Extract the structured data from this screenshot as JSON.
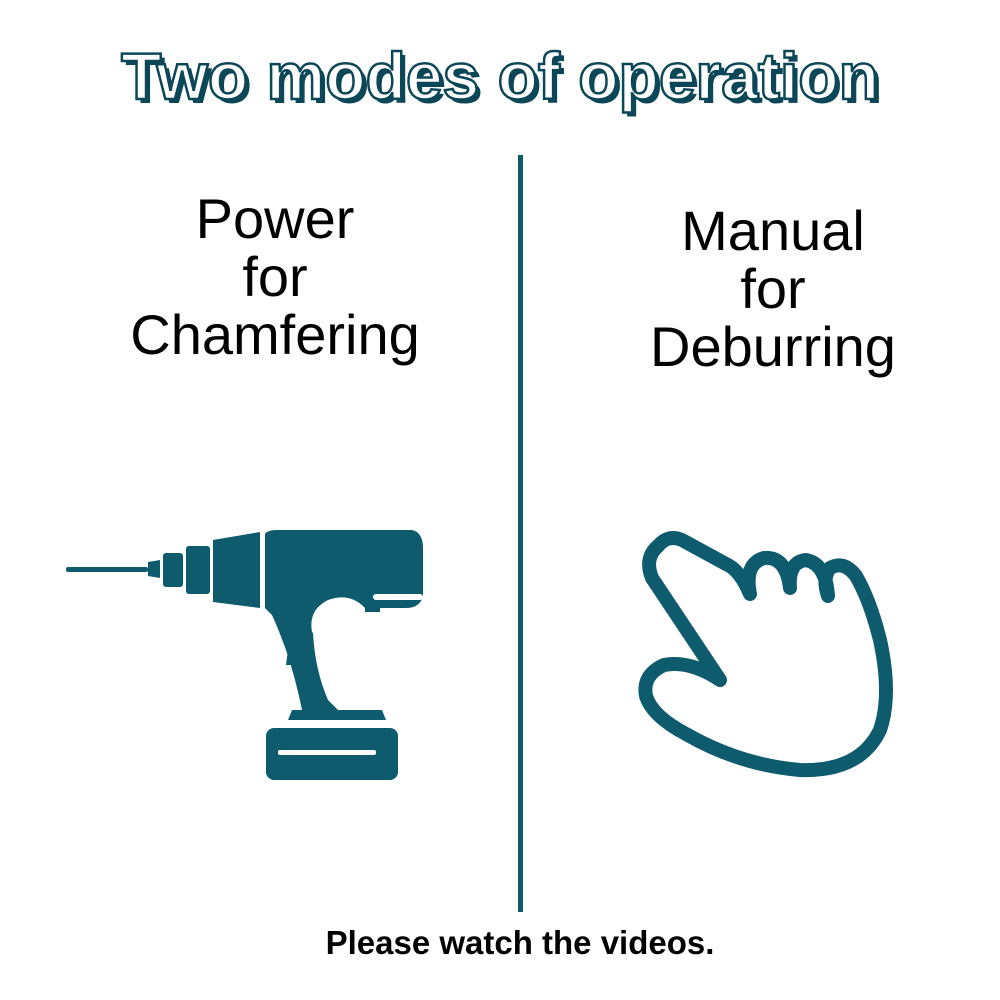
{
  "title": "Two modes of operation",
  "left_mode": {
    "line1": "Power",
    "line2": "for",
    "line3": "Chamfering",
    "icon": "drill-icon"
  },
  "right_mode": {
    "line1": "Manual",
    "line2": "for",
    "line3": "Deburring",
    "icon": "hand-icon"
  },
  "footer": "Please watch the videos.",
  "colors": {
    "accent": "#0f5b6e",
    "outline": "#0c4757"
  }
}
